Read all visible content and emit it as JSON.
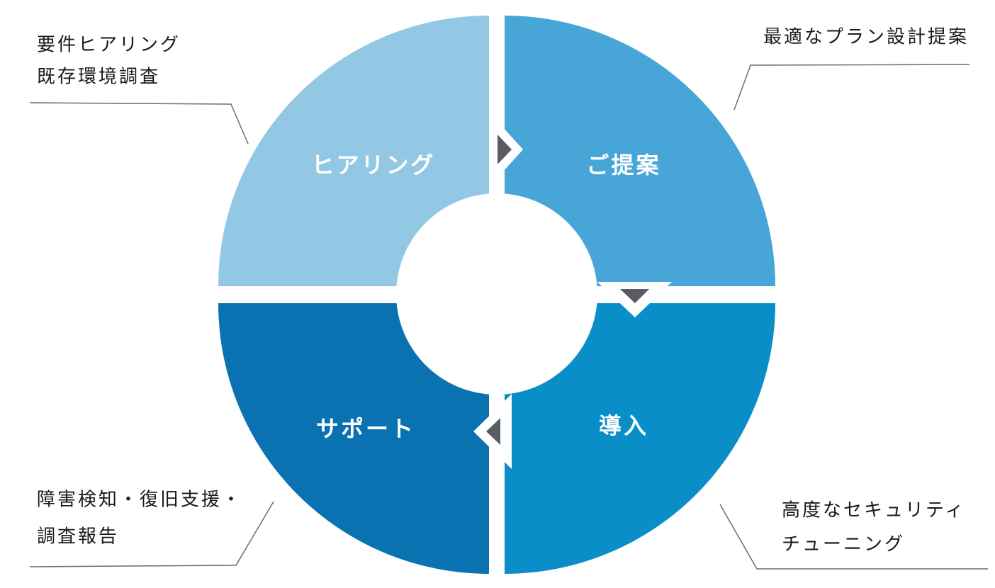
{
  "cycle": {
    "segments": [
      {
        "id": "hearing",
        "label": "ヒアリング",
        "color": "#92c8e4"
      },
      {
        "id": "proposal",
        "label": "ご提案",
        "color": "#47a5d8"
      },
      {
        "id": "introduction",
        "label": "導入",
        "color": "#0a8ec7"
      },
      {
        "id": "support",
        "label": "サポート",
        "color": "#0b72b1"
      }
    ],
    "arrow_color": "#5a5c62"
  },
  "notes": {
    "hearing": {
      "line1": "要件ヒアリング",
      "line2": "既存環境調査"
    },
    "proposal": {
      "line1": "最適なプラン設計提案"
    },
    "introduction": {
      "line1": "高度なセキュリティ",
      "line2": "チューニング"
    },
    "support": {
      "line1": "障害検知・復旧支援・",
      "line2": "調査報告"
    }
  }
}
